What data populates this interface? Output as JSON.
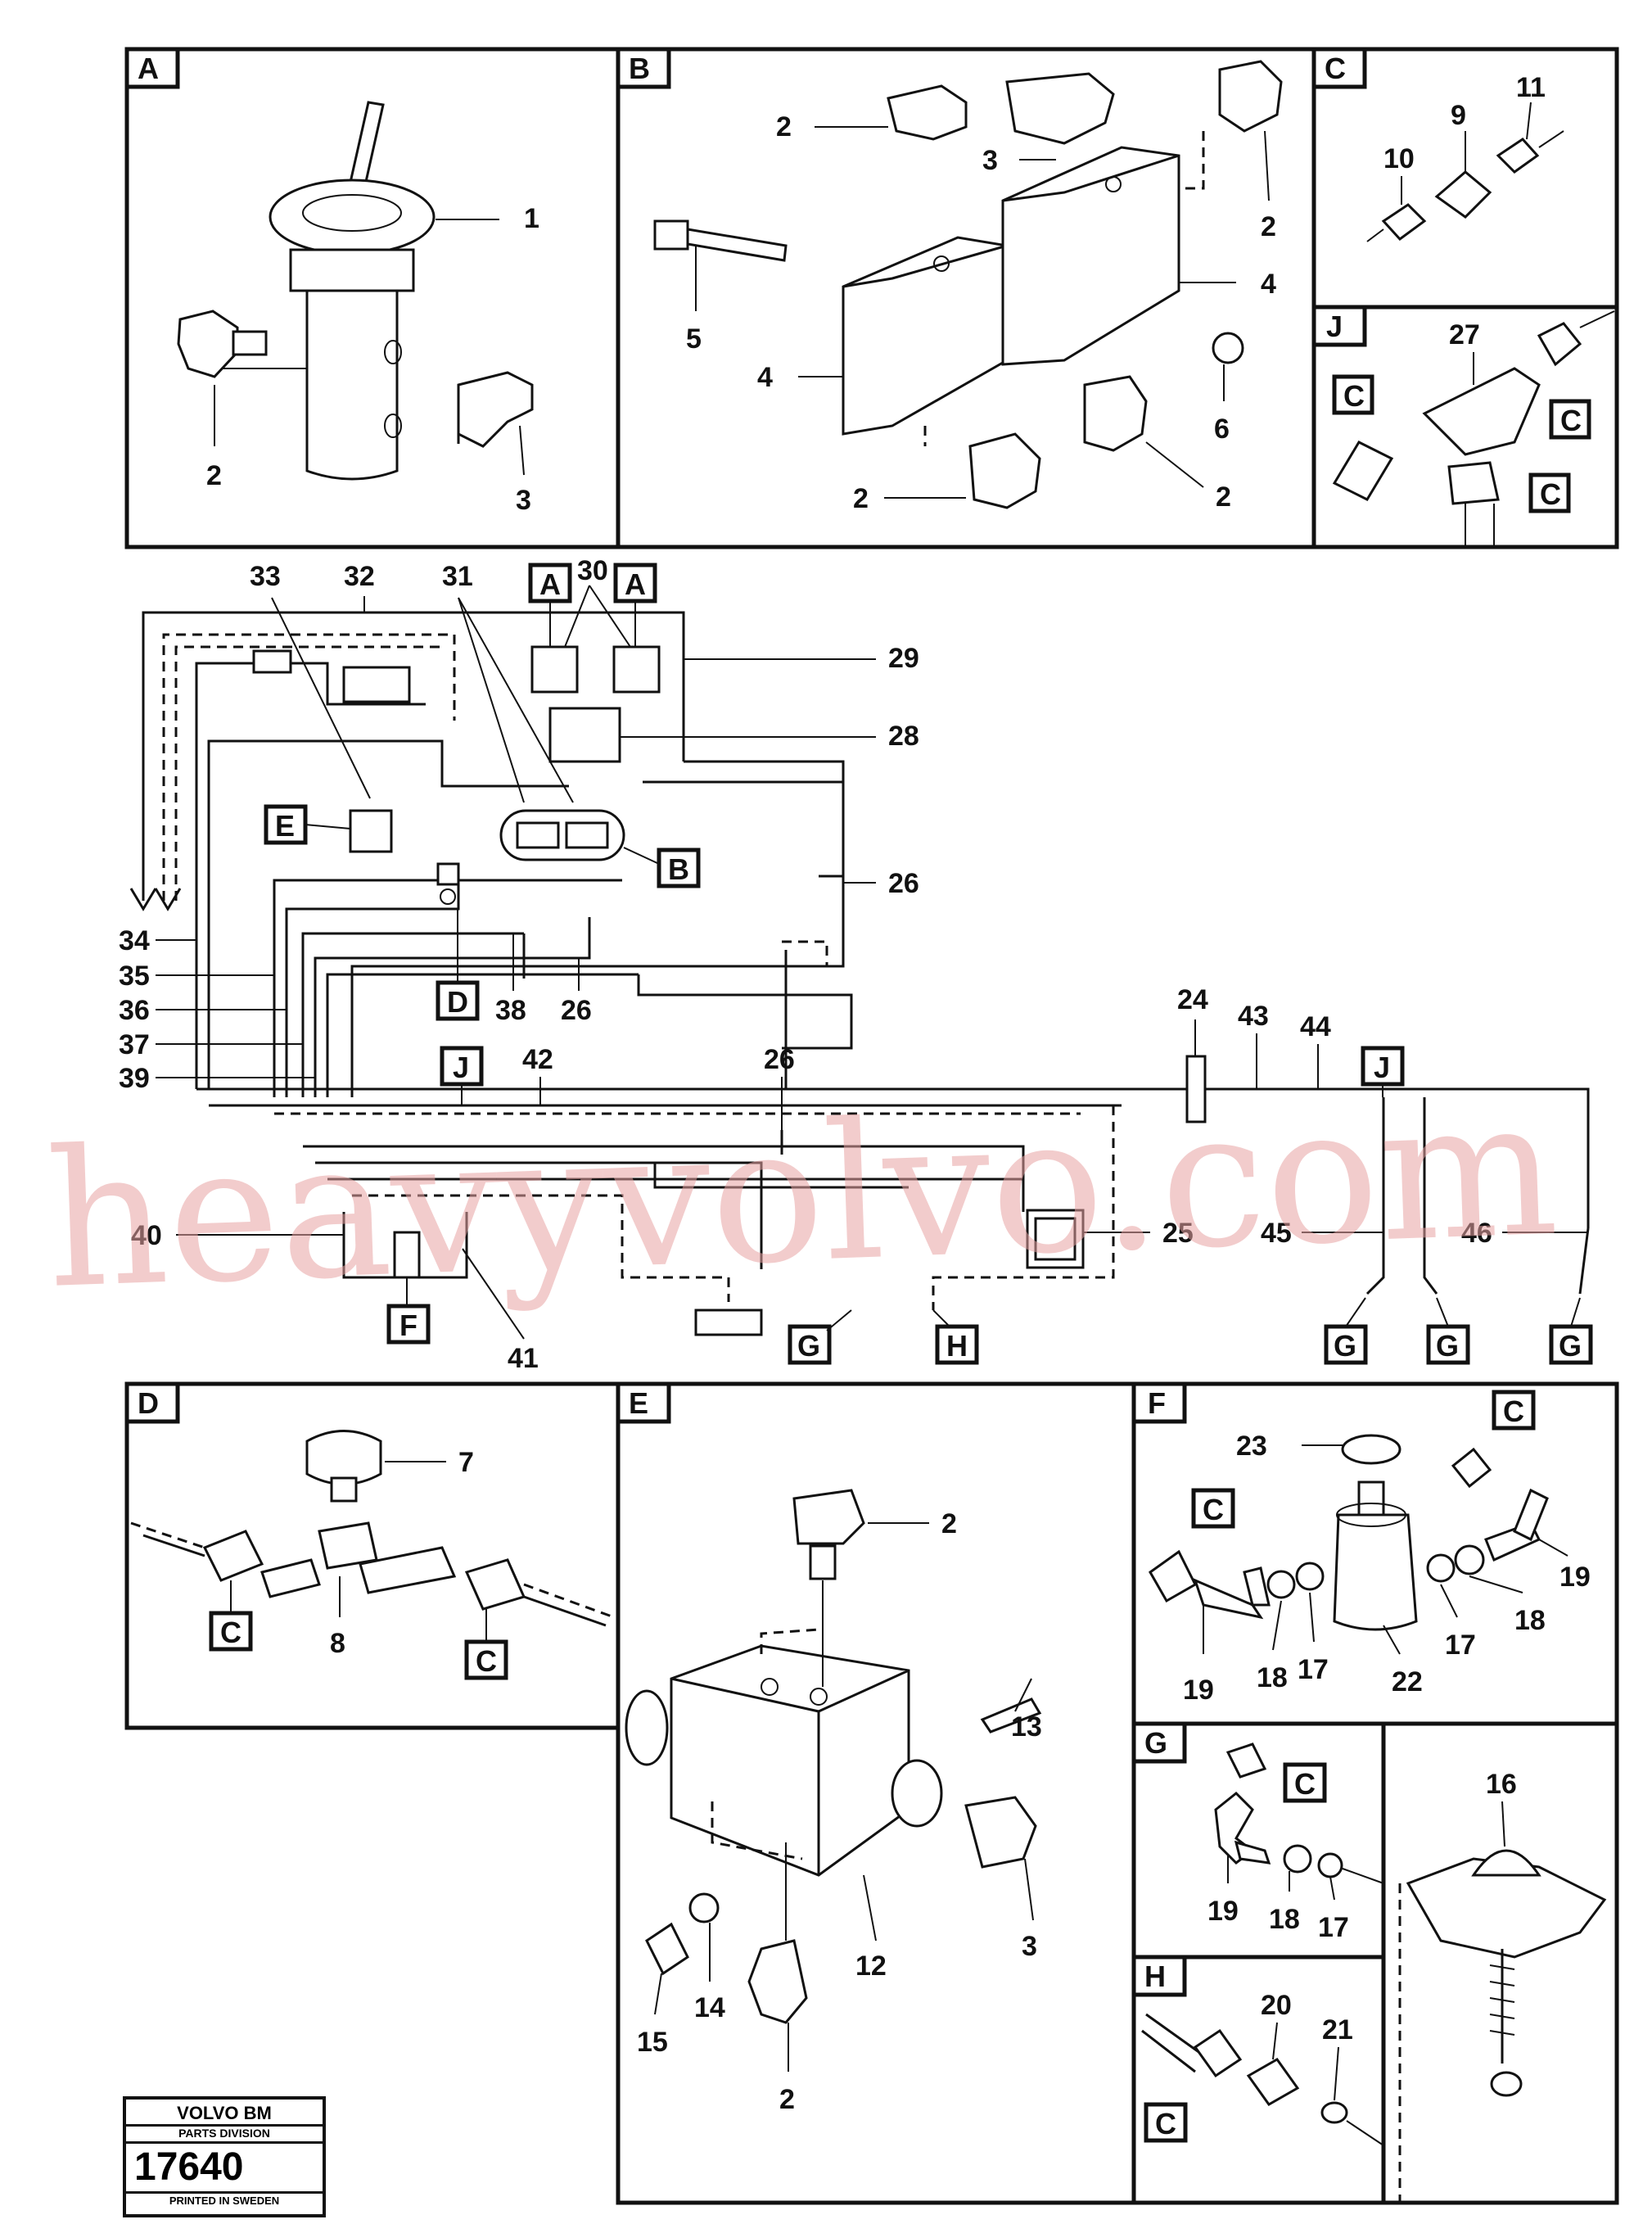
{
  "watermark": "heavyvolvo.com",
  "logo": {
    "brand": "VOLVO BM",
    "division": "PARTS DIVISION",
    "number": "17640",
    "printed": "PRINTED IN SWEDEN"
  },
  "panels": {
    "A": "A",
    "B": "B",
    "C": "C",
    "J": "J",
    "D": "D",
    "E": "E",
    "F": "F",
    "G": "G",
    "H": "H"
  },
  "callouts": {
    "n1": "1",
    "n2": "2",
    "n3": "3",
    "n4": "4",
    "n5": "5",
    "n6": "6",
    "n7": "7",
    "n8": "8",
    "n9": "9",
    "n10": "10",
    "n11": "11",
    "n12": "12",
    "n13": "13",
    "n14": "14",
    "n15": "15",
    "n16": "16",
    "n17": "17",
    "n18": "18",
    "n19": "19",
    "n20": "20",
    "n21": "21",
    "n22": "22",
    "n23": "23",
    "n24": "24",
    "n25": "25",
    "n26": "26",
    "n27": "27",
    "n28": "28",
    "n29": "29",
    "n30": "30",
    "n31": "31",
    "n32": "32",
    "n33": "33",
    "n34": "34",
    "n35": "35",
    "n36": "36",
    "n37": "37",
    "n38": "38",
    "n39": "39",
    "n40": "40",
    "n41": "41",
    "n42": "42",
    "n43": "43",
    "n44": "44",
    "n45": "45",
    "n46": "46"
  },
  "refs": {
    "A": "A",
    "B": "B",
    "C": "C",
    "D": "D",
    "E": "E",
    "F": "F",
    "G": "G",
    "H": "H",
    "J": "J"
  }
}
